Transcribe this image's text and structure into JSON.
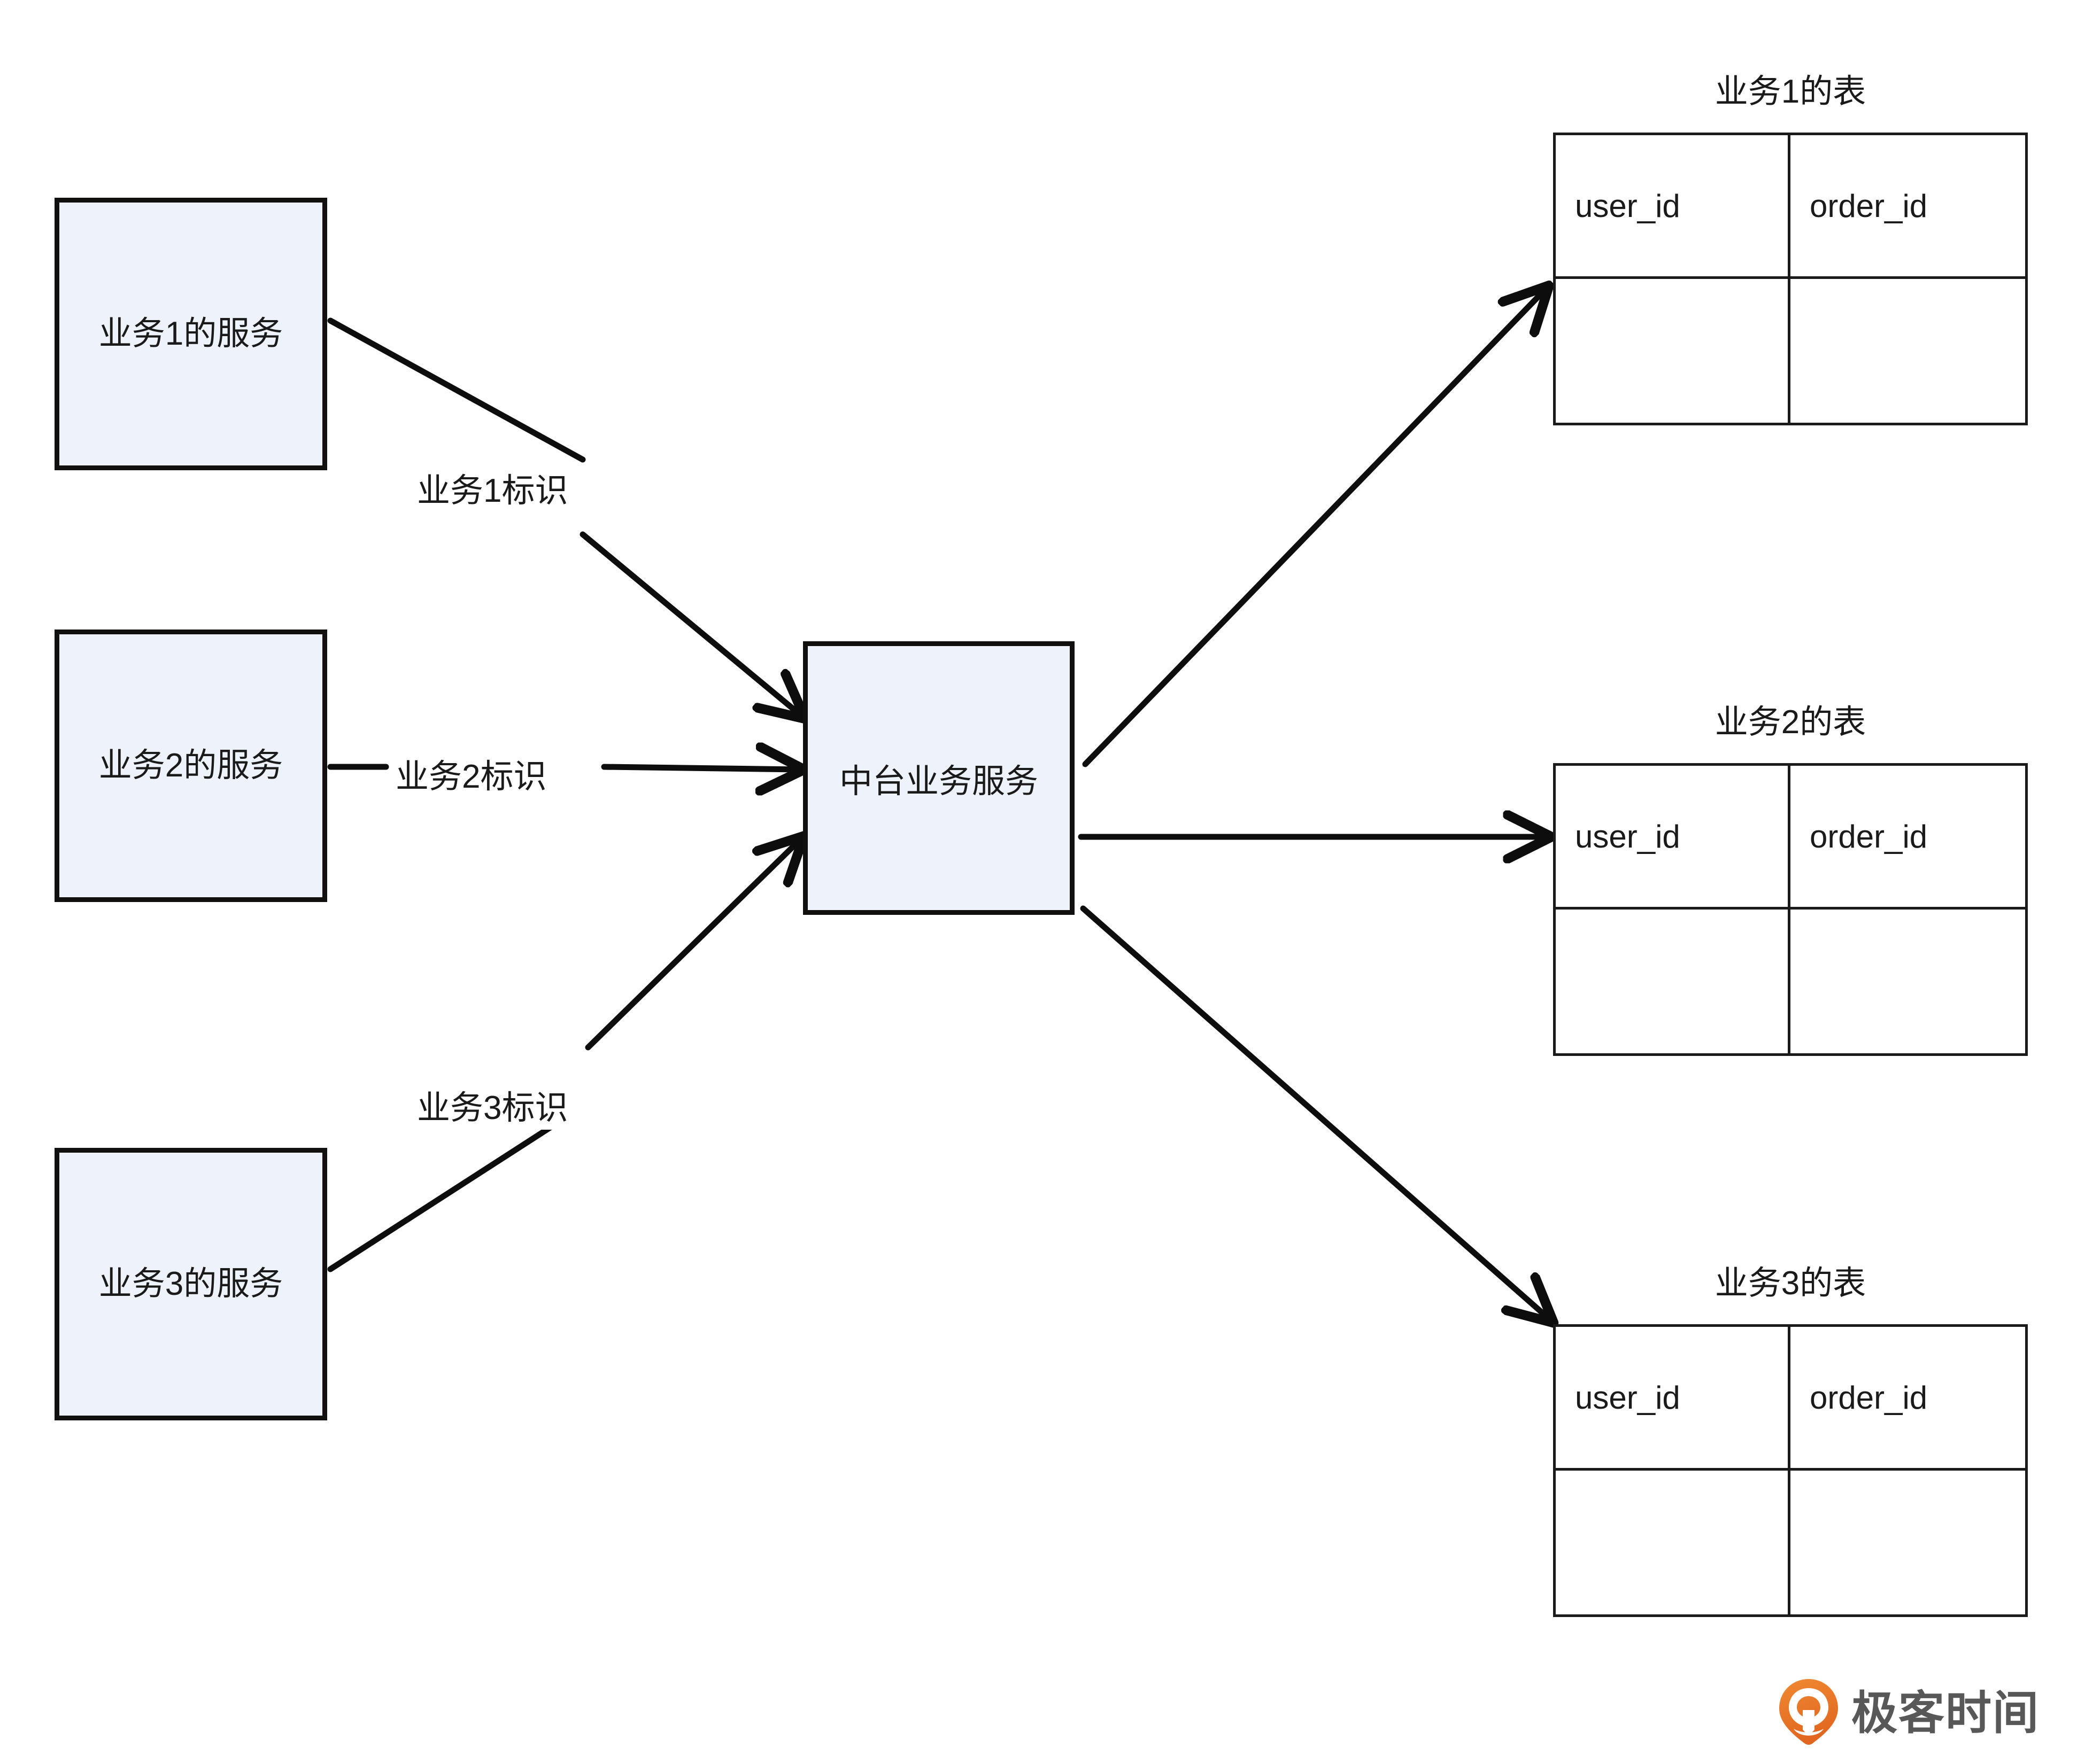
{
  "diagram": {
    "services": [
      {
        "label": "业务1的服务"
      },
      {
        "label": "业务2的服务"
      },
      {
        "label": "业务3的服务"
      }
    ],
    "hub": {
      "label": "中台业务服务"
    },
    "edge_labels": [
      {
        "label": "业务1标识"
      },
      {
        "label": "业务2标识"
      },
      {
        "label": "业务3标识"
      }
    ],
    "tables": [
      {
        "title": "业务1的表",
        "columns": [
          "user_id",
          "order_id"
        ],
        "rows": [
          [
            "",
            ""
          ]
        ]
      },
      {
        "title": "业务2的表",
        "columns": [
          "user_id",
          "order_id"
        ],
        "rows": [
          [
            "",
            ""
          ]
        ]
      },
      {
        "title": "业务3的表",
        "columns": [
          "user_id",
          "order_id"
        ],
        "rows": [
          [
            "",
            ""
          ]
        ]
      }
    ],
    "colors": {
      "box_fill": "#eef2fb",
      "box_border": "#12100e",
      "line": "#0d0d0d",
      "table_border": "#1b1b1b",
      "text": "#1a1a1a",
      "watermark_orange": "#e8762c",
      "watermark_text": "#585858"
    }
  },
  "watermark": {
    "brand": "极客时间",
    "logo_icon": "geektime-pin-icon"
  }
}
